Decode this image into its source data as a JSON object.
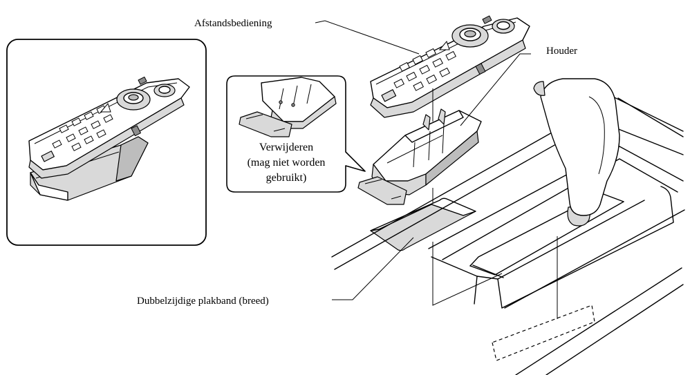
{
  "labels": {
    "remote": "Afstandsbediening",
    "holder": "Houder",
    "remove_line1": "Verwijderen",
    "remove_line2": "(mag niet worden",
    "remove_line3": "gebruikt)",
    "tape": "Dubbelzijdige plakband (breed)"
  }
}
